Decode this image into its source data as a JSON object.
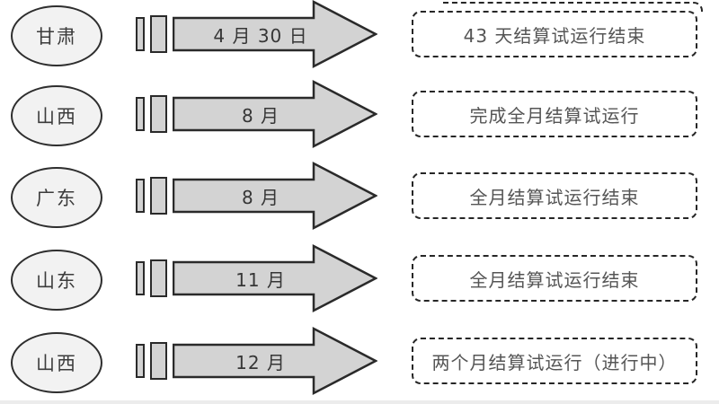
{
  "figure": {
    "type": "timeline-diagram",
    "background": "#ffffff",
    "colors": {
      "shape_fill": "#d3d3d3",
      "ellipse_fill": "#f2f2f2",
      "stroke": "#2a2a2a",
      "status_text": "#555555",
      "label_text": "#363636"
    },
    "rows": [
      {
        "province": "甘肃",
        "date": "4 月 30 日",
        "status": "43 天结算试运行结束"
      },
      {
        "province": "山西",
        "date": "8 月",
        "status": "完成全月结算试运行"
      },
      {
        "province": "广东",
        "date": "8 月",
        "status": "全月结算试运行结束"
      },
      {
        "province": "山东",
        "date": "11 月",
        "status": "全月结算试运行结束"
      },
      {
        "province": "山西",
        "date": "12 月",
        "status": "两个月结算试运行（进行中）"
      }
    ]
  }
}
